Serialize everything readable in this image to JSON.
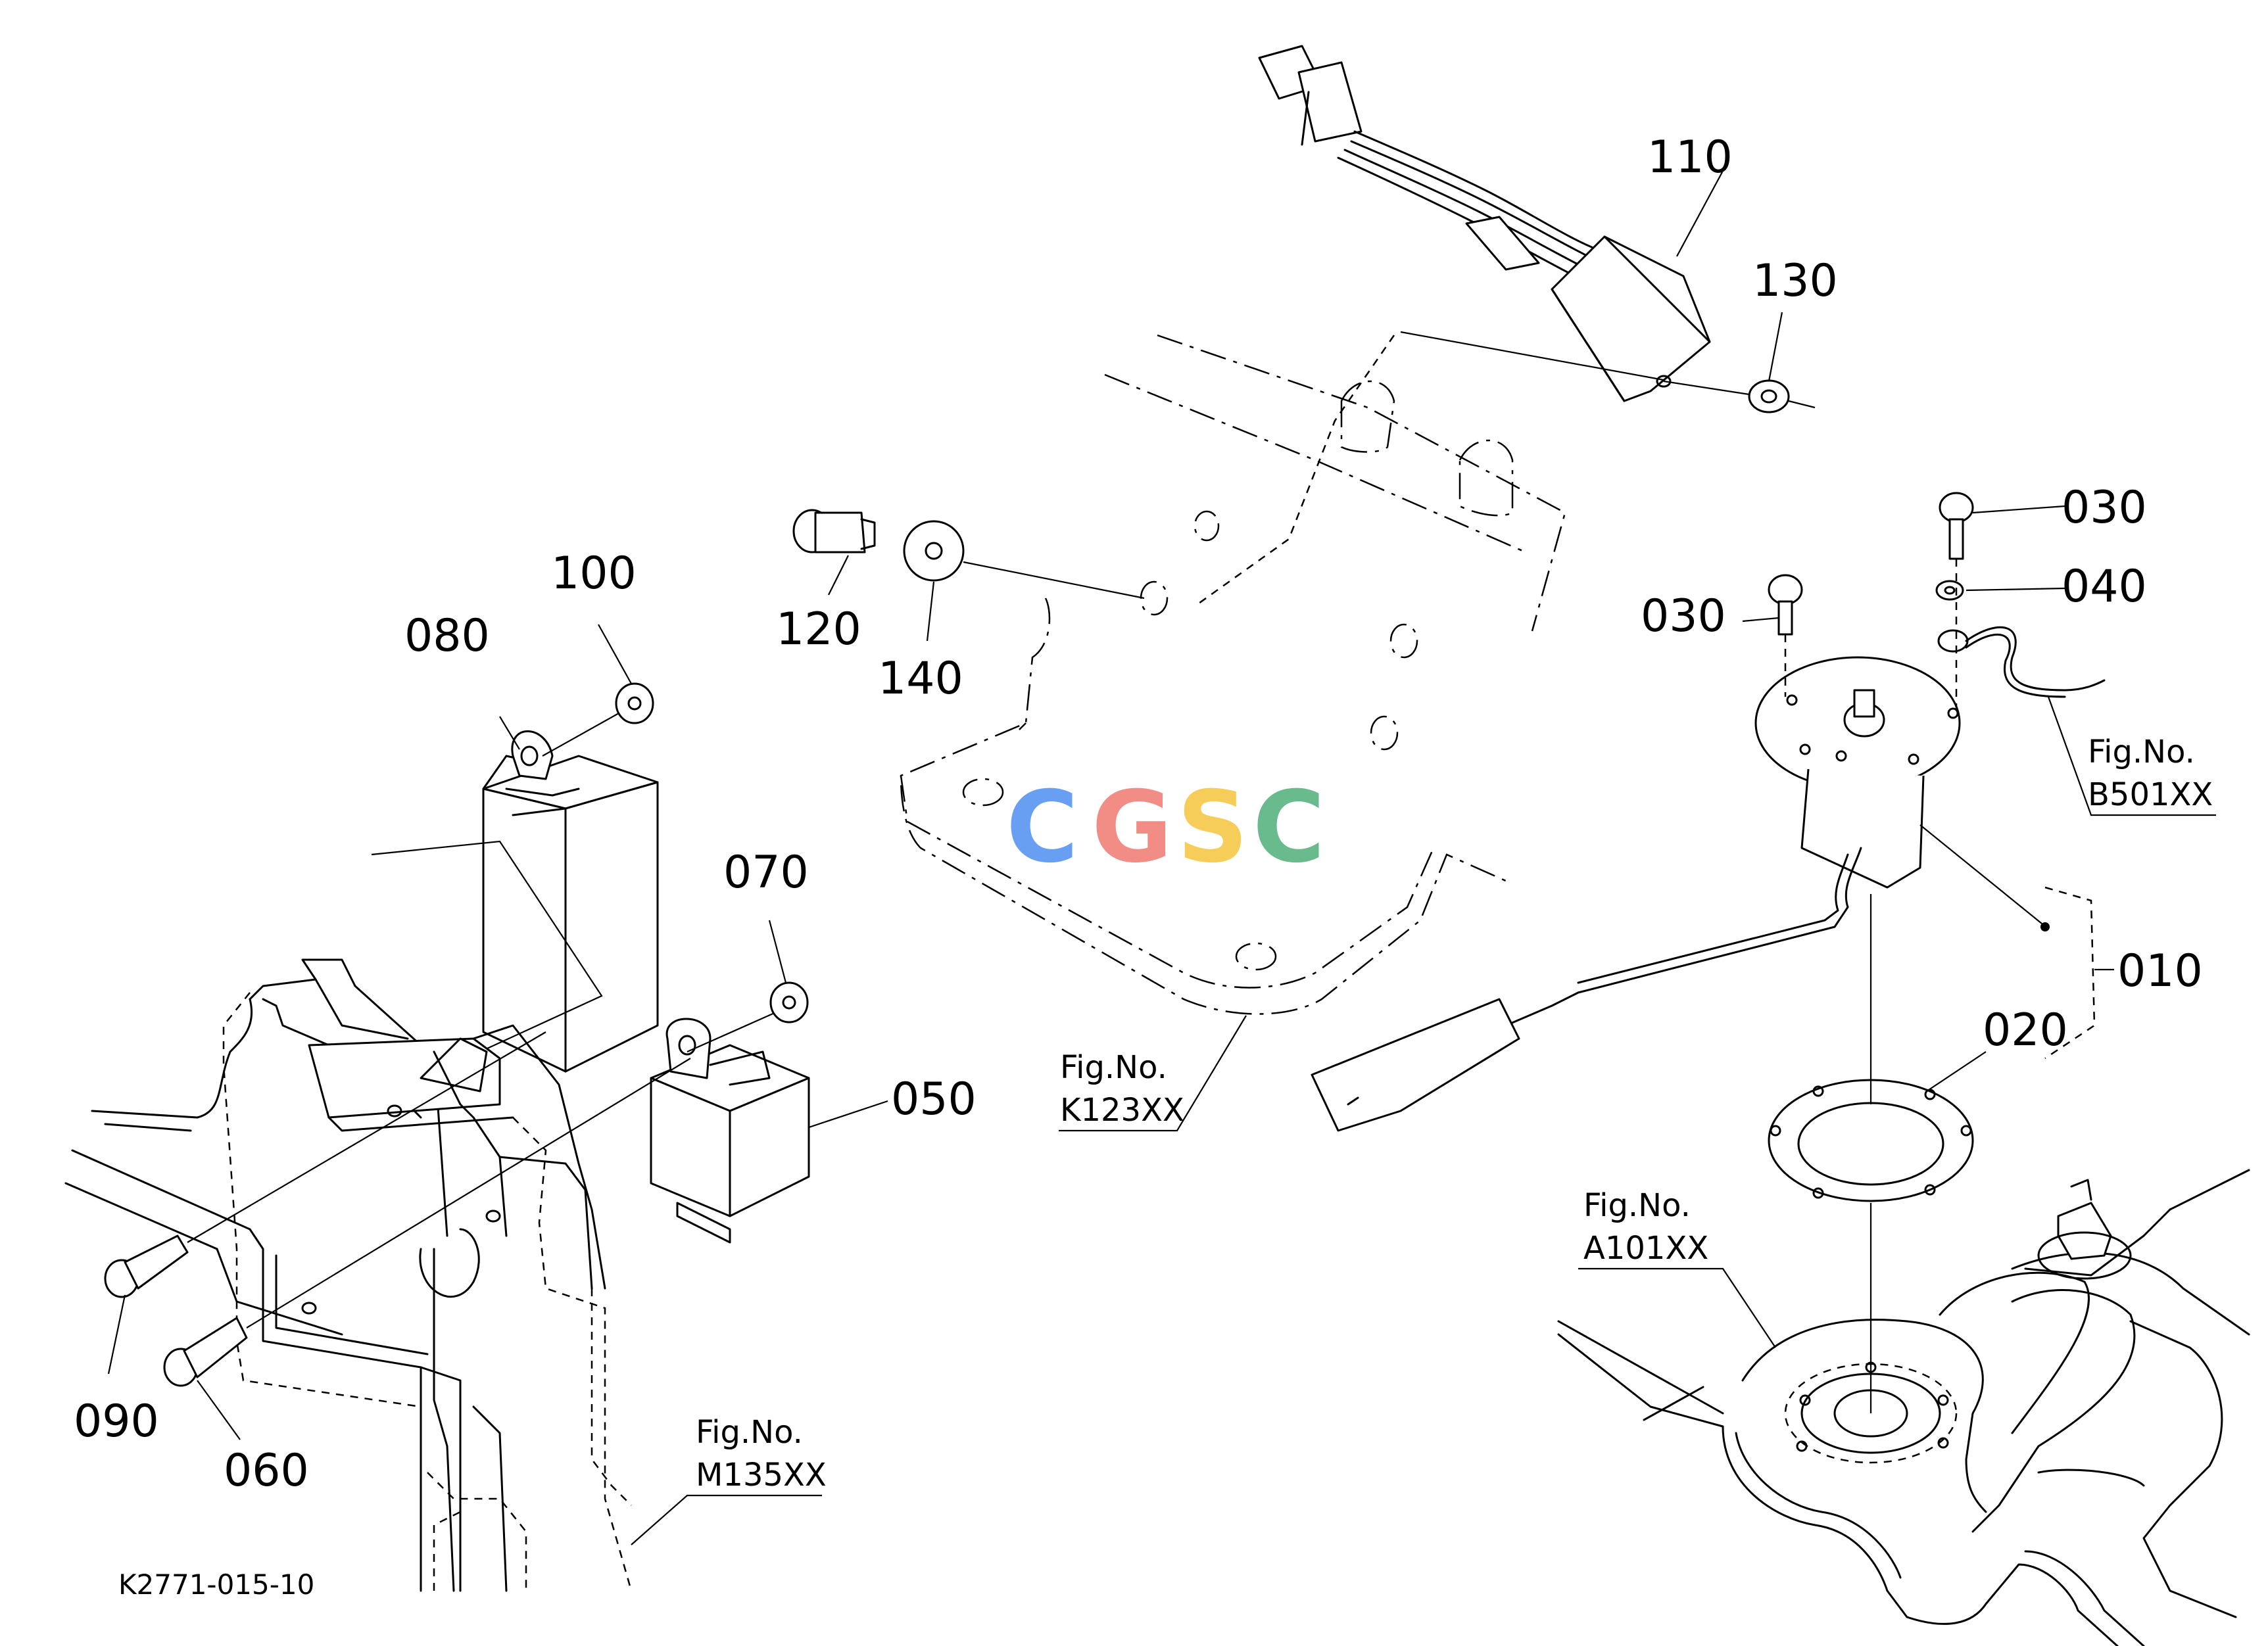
{
  "parts": {
    "p010": "010",
    "p020": "020",
    "p030a": "030",
    "p030b": "030",
    "p040": "040",
    "p050": "050",
    "p060": "060",
    "p070": "070",
    "p080": "080",
    "p090": "090",
    "p100": "100",
    "p110": "110",
    "p120": "120",
    "p130": "130",
    "p140": "140"
  },
  "figure_refs": {
    "k123": {
      "line1": "Fig.No.",
      "line2": "K123XX"
    },
    "b501": {
      "line1": "Fig.No.",
      "line2": "B501XX"
    },
    "a101": {
      "line1": "Fig.No.",
      "line2": "A101XX"
    },
    "m135": {
      "line1": "Fig.No.",
      "line2": "M135XX"
    }
  },
  "doc_code": "K2771-015-10",
  "watermark": {
    "letters": [
      "C",
      "G",
      "S",
      "C"
    ],
    "colors": [
      "#4f8ff0",
      "#f07a72",
      "#f5c53c",
      "#4fb07a"
    ]
  }
}
